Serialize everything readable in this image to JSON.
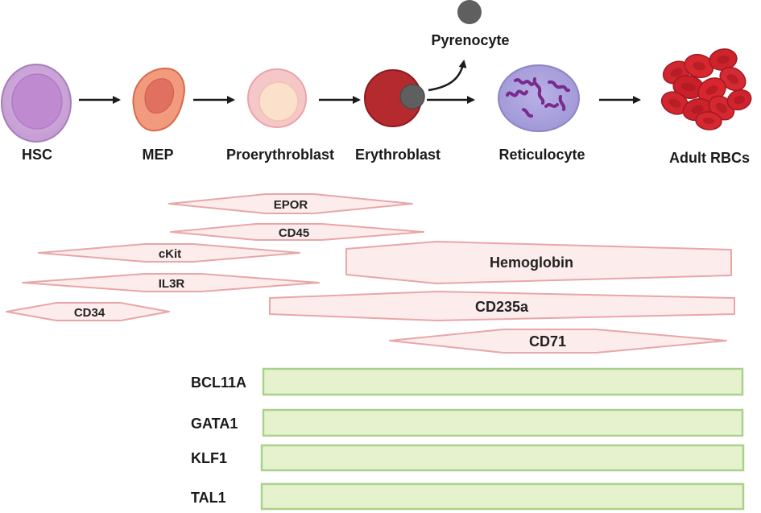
{
  "colors": {
    "marker_fill": "#fdecec",
    "marker_stroke": "#e8a6a8",
    "bar_fill": "#e6f2cd",
    "bar_stroke": "#a9d18e",
    "arrow": "#1a1a1a",
    "label": "#1a1a1a"
  },
  "cells": {
    "hsc": {
      "label": "HSC",
      "icon": "hsc-cell-icon"
    },
    "mep": {
      "label": "MEP",
      "icon": "mep-cell-icon"
    },
    "proerythroblast": {
      "label": "Proerythroblast",
      "icon": "proerythroblast-cell-icon"
    },
    "erythroblast": {
      "label": "Erythroblast",
      "icon": "erythroblast-cell-icon"
    },
    "pyrenocyte": {
      "label": "Pyrenocyte",
      "icon": "pyrenocyte-nucleus-icon"
    },
    "reticulocyte": {
      "label": "Reticulocyte",
      "icon": "reticulocyte-cell-icon"
    },
    "adult_rbcs": {
      "label": "Adult RBCs",
      "icon": "red-blood-cells-icon"
    }
  },
  "markers": {
    "epor": "EPOR",
    "cd45": "CD45",
    "ckit": "cKit",
    "il3r": "IL3R",
    "cd34": "CD34",
    "hemoglobin": "Hemoglobin",
    "cd235a": "CD235a",
    "cd71": "CD71"
  },
  "transcription_factors": {
    "bcl11a": "BCL11A",
    "gata1": "GATA1",
    "klf1": "KLF1",
    "tal1": "TAL1"
  }
}
